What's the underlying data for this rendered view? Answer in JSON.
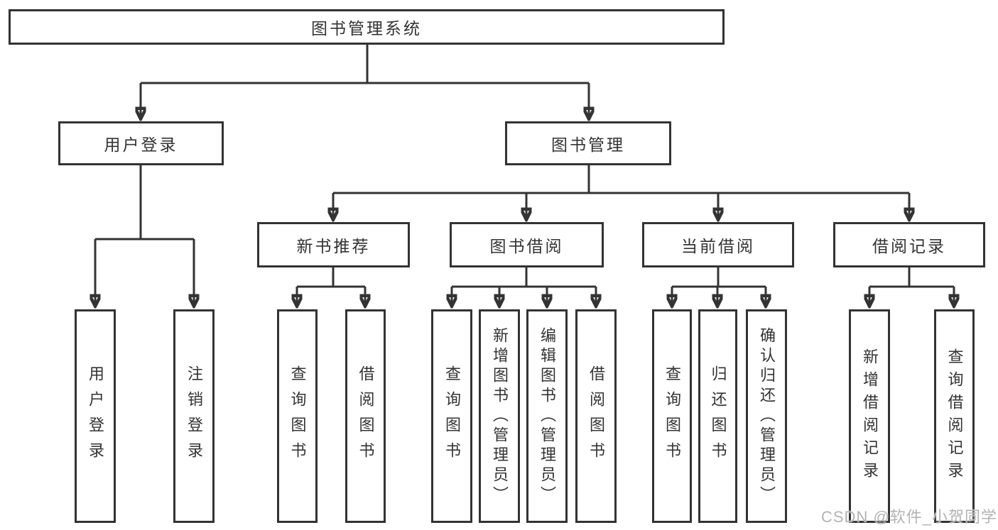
{
  "diagram_title": "图书管理系统",
  "nodes": {
    "root": {
      "label": "图书管理系统"
    },
    "level2": [
      {
        "label": "用户登录",
        "parent": "图书管理系统"
      },
      {
        "label": "图书管理",
        "parent": "图书管理系统"
      }
    ],
    "level3": [
      {
        "label": "新书推荐",
        "parent": "图书管理"
      },
      {
        "label": "图书借阅",
        "parent": "图书管理"
      },
      {
        "label": "当前借阅",
        "parent": "图书管理"
      },
      {
        "label": "借阅记录",
        "parent": "图书管理"
      }
    ],
    "leaves": [
      {
        "label": "用户登录",
        "parent": "用户登录"
      },
      {
        "label": "注销登录",
        "parent": "用户登录"
      },
      {
        "label": "查询图书",
        "parent": "新书推荐"
      },
      {
        "label": "借阅图书",
        "parent": "新书推荐"
      },
      {
        "label": "查询图书",
        "parent": "图书借阅"
      },
      {
        "label": "新增图书（管理员）",
        "parent": "图书借阅"
      },
      {
        "label": "编辑图书（管理员）",
        "parent": "图书借阅"
      },
      {
        "label": "借阅图书",
        "parent": "图书借阅"
      },
      {
        "label": "查询图书",
        "parent": "当前借阅"
      },
      {
        "label": "归还图书",
        "parent": "当前借阅"
      },
      {
        "label": "确认归还（管理员）",
        "parent": "当前借阅"
      },
      {
        "label": "新增借阅记录",
        "parent": "借阅记录"
      },
      {
        "label": "查询借阅记录",
        "parent": "借阅记录"
      }
    ]
  },
  "watermark": {
    "text": "CSDN @软件_小贺同学"
  },
  "colors": {
    "line": "#333333",
    "box_border": "#333333",
    "box_fill": "#ffffff",
    "text": "#333333",
    "watermark": "#b3b3b3",
    "background": "#ffffff"
  }
}
